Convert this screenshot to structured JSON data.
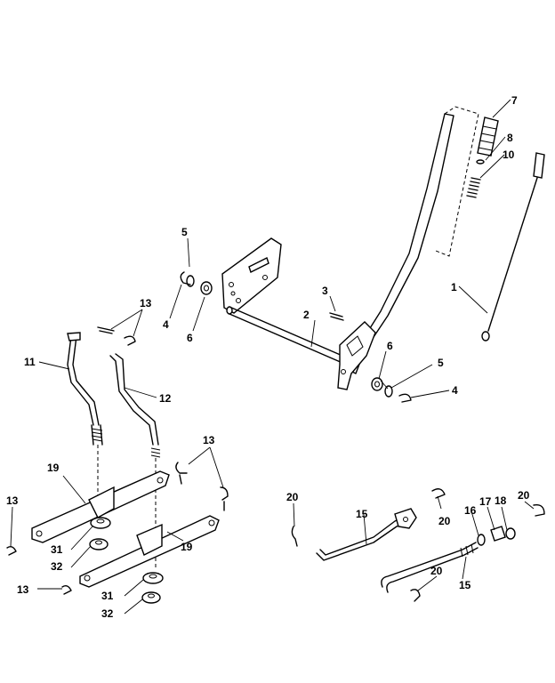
{
  "callouts": [
    {
      "id": "c1",
      "label": "1"
    },
    {
      "id": "c2",
      "label": "2"
    },
    {
      "id": "c3",
      "label": "3"
    },
    {
      "id": "c4a",
      "label": "4"
    },
    {
      "id": "c4b",
      "label": "4"
    },
    {
      "id": "c5a",
      "label": "5"
    },
    {
      "id": "c5b",
      "label": "5"
    },
    {
      "id": "c6a",
      "label": "6"
    },
    {
      "id": "c6b",
      "label": "6"
    },
    {
      "id": "c7",
      "label": "7"
    },
    {
      "id": "c8",
      "label": "8"
    },
    {
      "id": "c10",
      "label": "10"
    },
    {
      "id": "c11",
      "label": "11"
    },
    {
      "id": "c12",
      "label": "12"
    },
    {
      "id": "c13a",
      "label": "13"
    },
    {
      "id": "c13b",
      "label": "13"
    },
    {
      "id": "c13c",
      "label": "13"
    },
    {
      "id": "c13d",
      "label": "13"
    },
    {
      "id": "c15a",
      "label": "15"
    },
    {
      "id": "c15b",
      "label": "15"
    },
    {
      "id": "c16",
      "label": "16"
    },
    {
      "id": "c17",
      "label": "17"
    },
    {
      "id": "c18",
      "label": "18"
    },
    {
      "id": "c19a",
      "label": "19"
    },
    {
      "id": "c19b",
      "label": "19"
    },
    {
      "id": "c20a",
      "label": "20"
    },
    {
      "id": "c20b",
      "label": "20"
    },
    {
      "id": "c20c",
      "label": "20"
    },
    {
      "id": "c20d",
      "label": "20"
    },
    {
      "id": "c31a",
      "label": "31"
    },
    {
      "id": "c31b",
      "label": "31"
    },
    {
      "id": "c32a",
      "label": "32"
    },
    {
      "id": "c32b",
      "label": "32"
    }
  ]
}
